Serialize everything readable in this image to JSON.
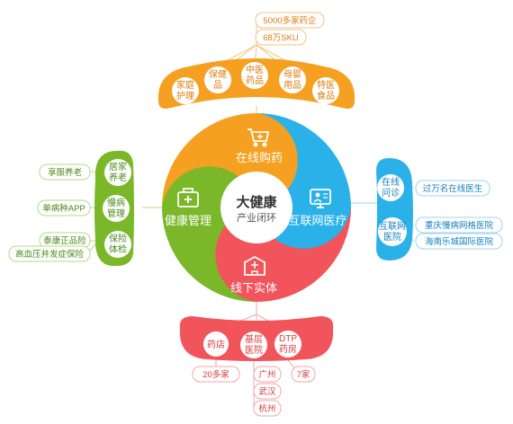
{
  "center": {
    "title": "大健康",
    "subtitle": "产业闭环"
  },
  "segments": {
    "online_pharmacy": {
      "label": "在线购药",
      "stats": [
        "5000多家药企",
        "68万SKU"
      ],
      "items": [
        [
          "家庭",
          "护理"
        ],
        [
          "保健",
          "品"
        ],
        [
          "中医",
          "药品"
        ],
        [
          "母婴",
          "用品"
        ],
        [
          "特医",
          "食品"
        ]
      ]
    },
    "internet_medical": {
      "label": "互联网医疗",
      "items": [
        {
          "lines": [
            "在线",
            "问诊"
          ],
          "details": [
            "过万名在线医生"
          ]
        },
        {
          "lines": [
            "互联网",
            "医院"
          ],
          "details": [
            "重庆慢病网格医院",
            "海南乐城国际医院"
          ]
        }
      ]
    },
    "offline": {
      "label": "线下实体",
      "items": [
        {
          "lines": [
            "药店"
          ],
          "details": [
            "20多家"
          ]
        },
        {
          "lines": [
            "基层",
            "医院"
          ],
          "details": [
            "广州",
            "武汉",
            "杭州"
          ]
        },
        {
          "lines": [
            "DTP",
            "药房"
          ],
          "details": [
            "7家"
          ]
        }
      ]
    },
    "health_management": {
      "label": "健康管理",
      "items": [
        {
          "lines": [
            "居家",
            "养老"
          ],
          "details": [
            "享服养老"
          ]
        },
        {
          "lines": [
            "慢病",
            "管理"
          ],
          "details": [
            "单病种APP"
          ]
        },
        {
          "lines": [
            "保险",
            "体检"
          ],
          "details": [
            "泰康正品险",
            "高血压并发症保险"
          ]
        }
      ]
    }
  },
  "colors": {
    "orange": "#f5a020",
    "blue": "#2ab2e8",
    "red": "#f2545b",
    "green": "#7ab82a",
    "line_orange": "#f3c487",
    "line_green": "#b7d98a",
    "line_blue": "#9fd5ef",
    "line_red": "#f4a6a9"
  }
}
